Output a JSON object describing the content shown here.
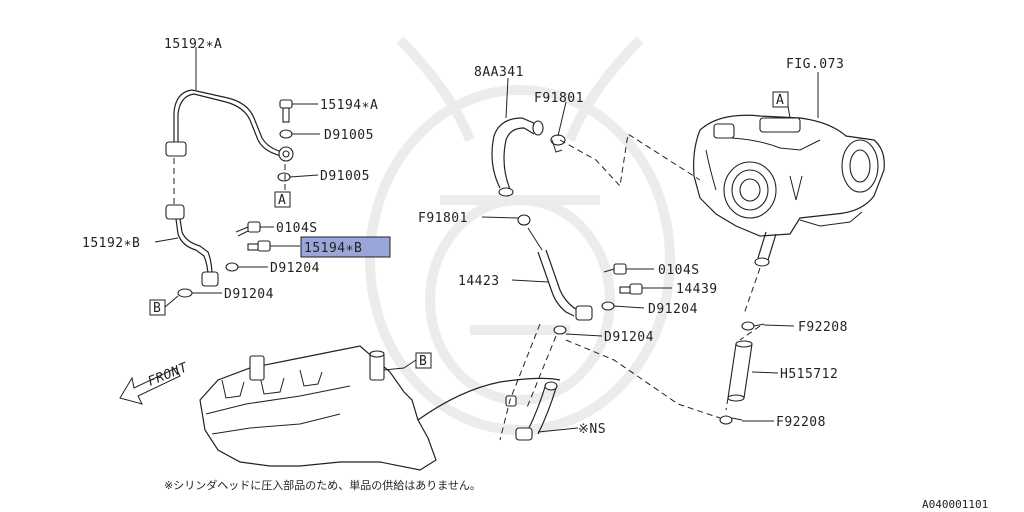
{
  "labels": {
    "p15192a": "15192∗A",
    "p15194a": "15194∗A",
    "d91005_1": "D91005",
    "d91005_2": "D91005",
    "ref_a1": "A",
    "p15192b": "15192∗B",
    "p0104s_1": "0104S",
    "p15194b": "15194∗B",
    "d91204_1": "D91204",
    "d91204_2": "D91204",
    "ref_b1": "B",
    "p8aa341": "8AA341",
    "f91801_1": "F91801",
    "f91801_2": "F91801",
    "p14423": "14423",
    "p0104s_2": "0104S",
    "p14439": "14439",
    "d91204_3": "D91204",
    "d91204_4": "D91204",
    "ref_b2": "B",
    "ns": "※NS",
    "fig073": "FIG.073",
    "ref_a2": "A",
    "f92208_1": "F92208",
    "h515712": "H515712",
    "f92208_2": "F92208",
    "front": "FRONT"
  },
  "footnote": "※シリンダヘッドに圧入部品のため、単品の供給はありません。",
  "diagram_code": "A040001101",
  "highlight_color": "#9aa6d8"
}
